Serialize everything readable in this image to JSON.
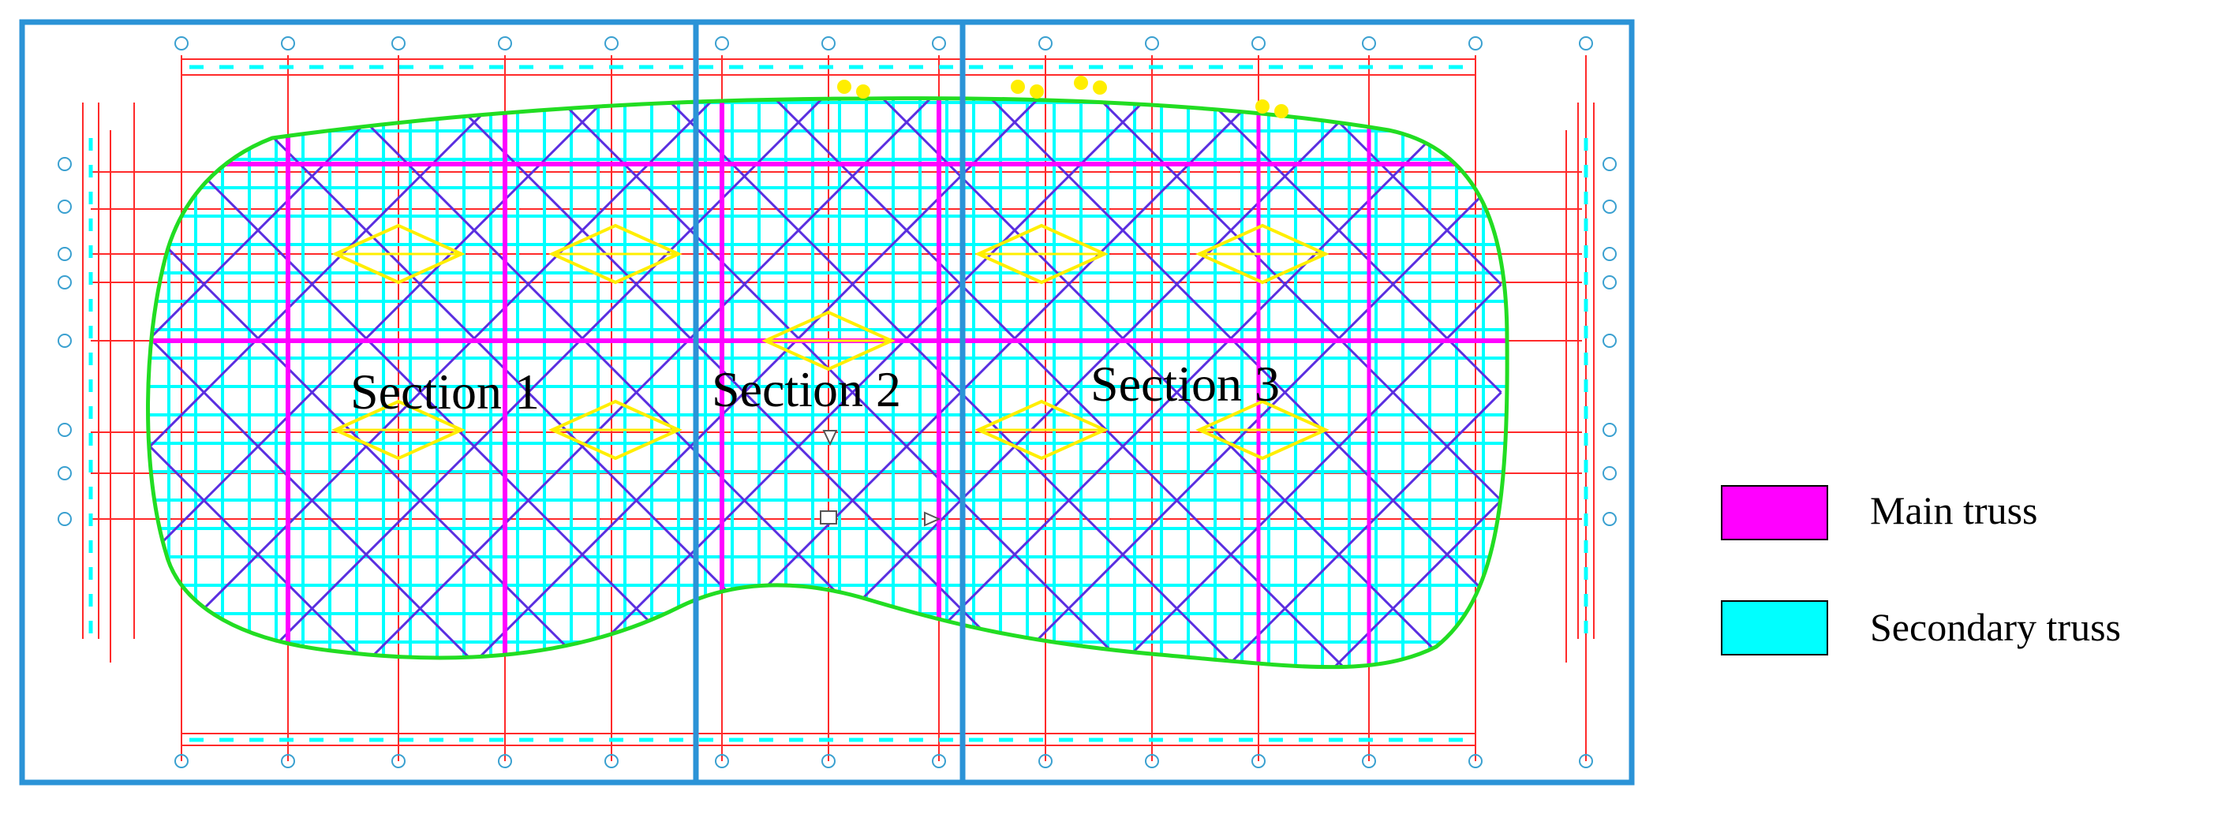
{
  "sections": [
    {
      "label": "Section 1"
    },
    {
      "label": "Section 2"
    },
    {
      "label": "Section 3"
    }
  ],
  "legend": {
    "items": [
      {
        "label": "Main truss",
        "color": "#ff00ff"
      },
      {
        "label": "Secondary truss",
        "color": "#00ffff"
      }
    ]
  },
  "colors": {
    "section_border": "#2b93d7",
    "axis_lines": "#ff2a2a",
    "main_truss": "#ff00ff",
    "secondary_truss": "#00ffff",
    "diagonal_bracing": "#5a2ee0",
    "roof_outline": "#22dd22",
    "openings": "#ffee00"
  }
}
